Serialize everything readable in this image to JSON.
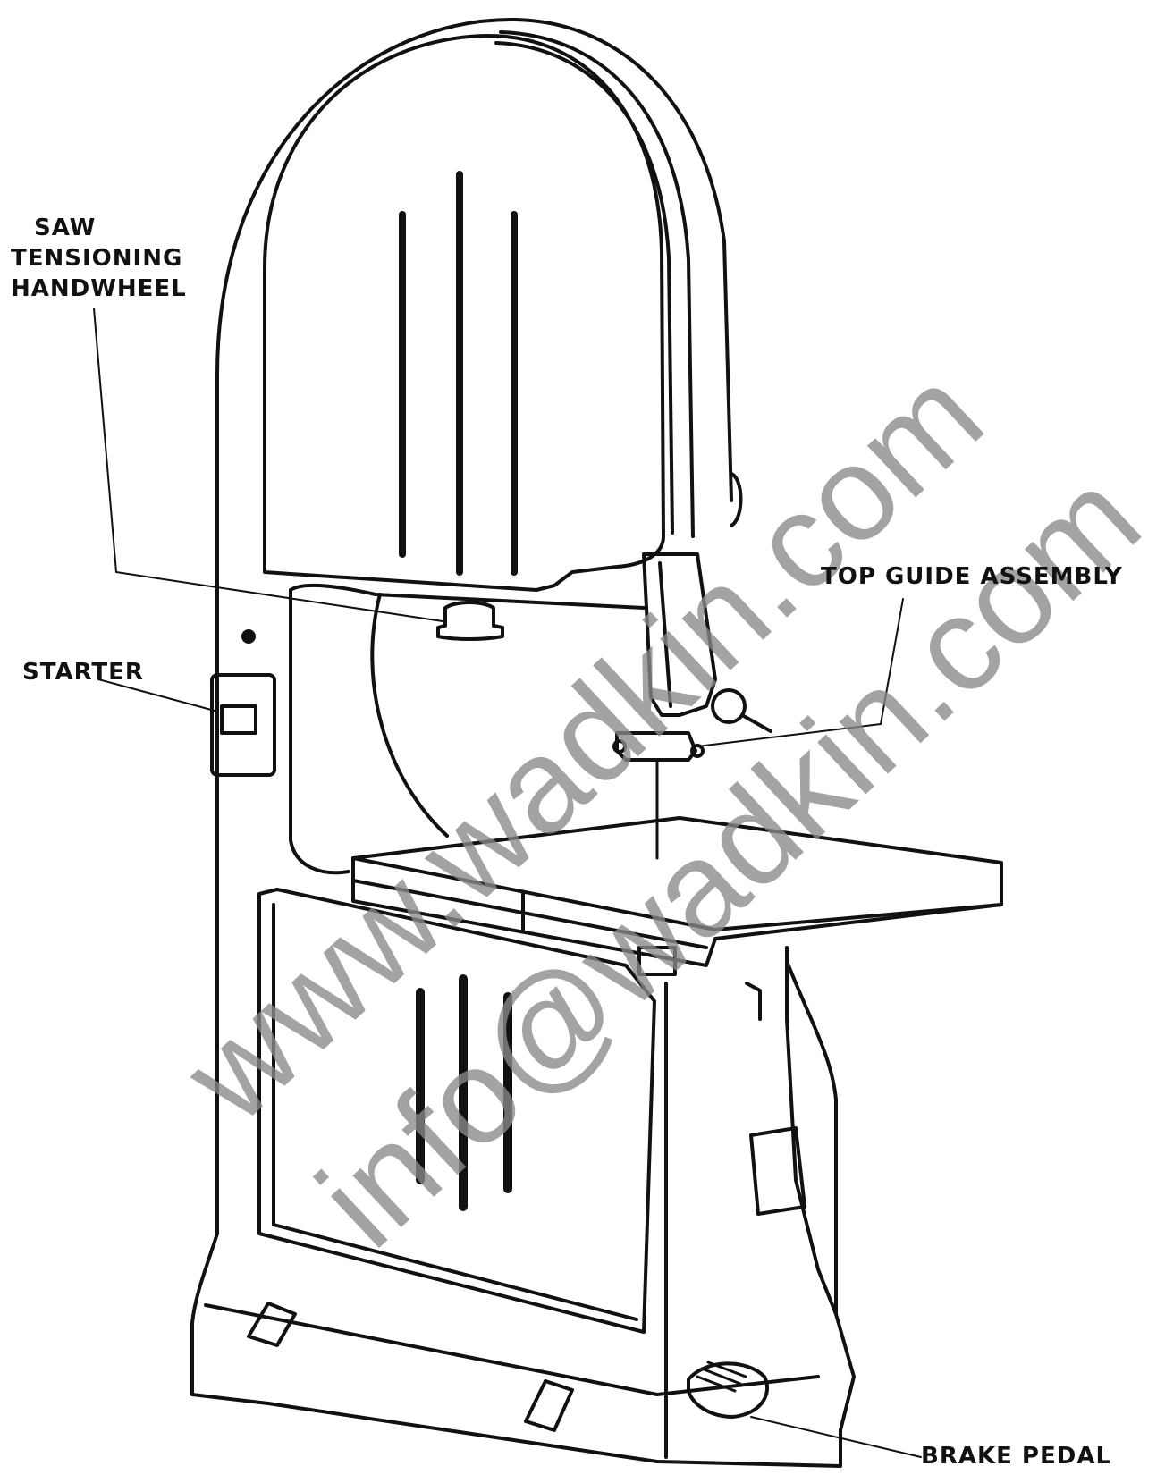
{
  "labels": {
    "saw_tensioning": [
      "SAW",
      "TENSIONING",
      "HANDWHEEL"
    ],
    "starter": "STARTER",
    "top_guide": "TOP GUIDE ASSEMBLY",
    "brake_pedal": "BRAKE PEDAL"
  },
  "watermark": {
    "line1": "www.wadkin.com",
    "line2": "info@wadkin.com"
  },
  "colors": {
    "ink": "#111111",
    "watermark": "#8a8a8a",
    "paper": "#ffffff"
  }
}
